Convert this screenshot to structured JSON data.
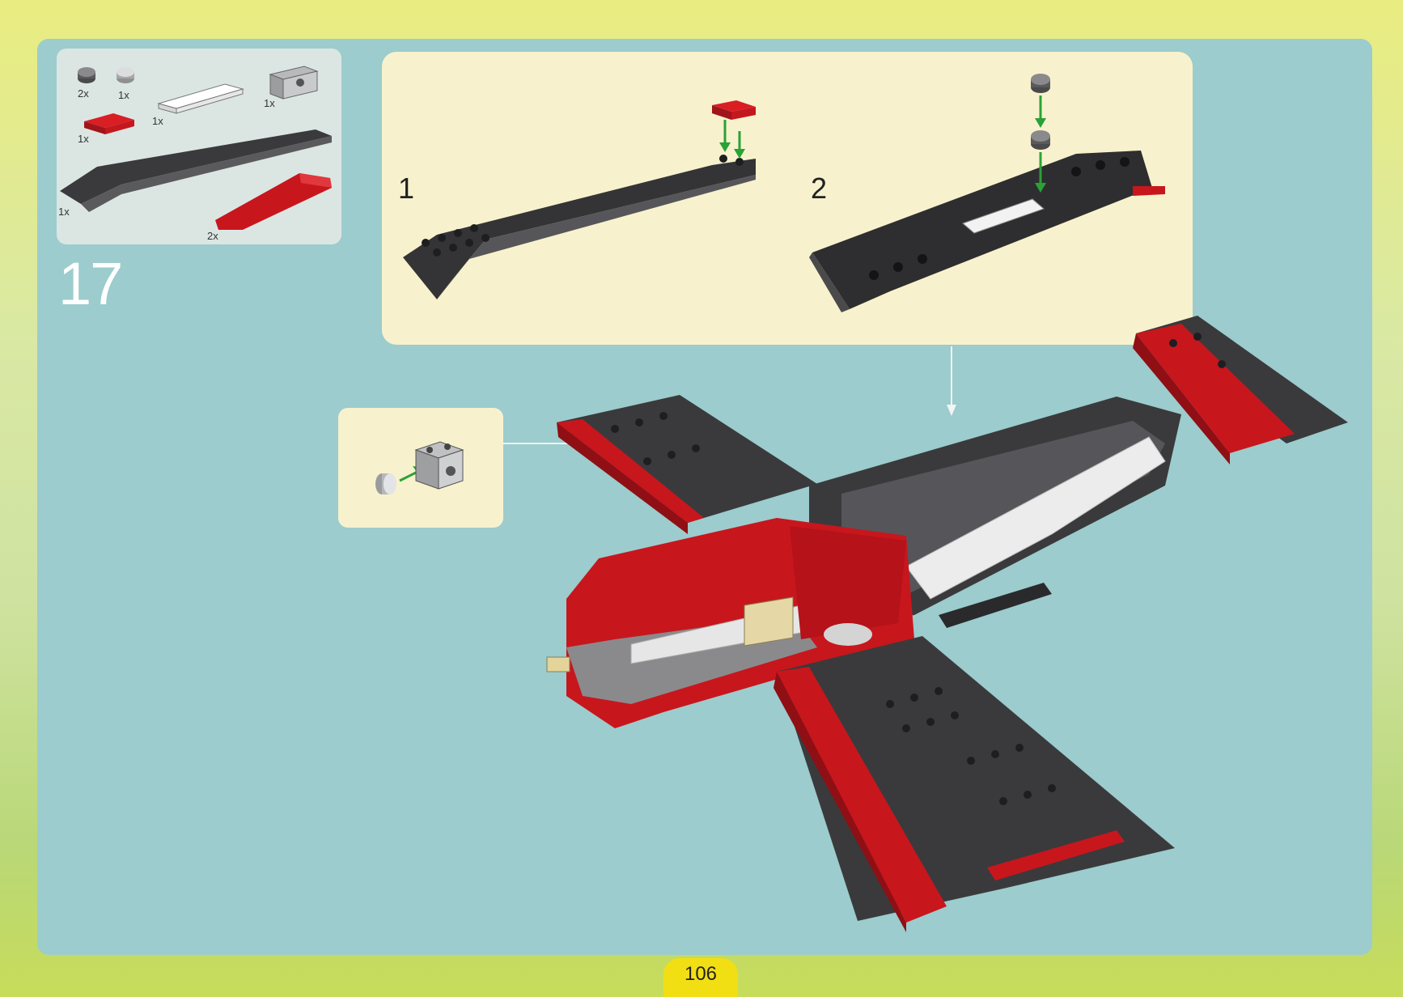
{
  "step": {
    "number": "17"
  },
  "parts_list": {
    "items": [
      {
        "qty": "2x",
        "name": "round-plate-1x1-dark-gray"
      },
      {
        "qty": "1x",
        "name": "round-plate-1x1-light-gray"
      },
      {
        "qty": "1x",
        "name": "plate-1x4-white"
      },
      {
        "qty": "1x",
        "name": "technic-brick-1x2-light-gray"
      },
      {
        "qty": "1x",
        "name": "tile-1x2-red"
      },
      {
        "qty": "1x",
        "name": "slope-long-dark-gray"
      },
      {
        "qty": "2x",
        "name": "curved-slope-red"
      }
    ]
  },
  "sub_steps": [
    {
      "label": "1"
    },
    {
      "label": "2"
    }
  ],
  "page": {
    "number": "106"
  },
  "colors": {
    "page_border": "#f3e21c",
    "panel": "#9ccccd",
    "subassembly_panel": "#f7f2cd",
    "brick_red": "#c8161d",
    "brick_dark_gray": "#3c3c3e",
    "brick_light_gray": "#c3c4c6",
    "arrow_green": "#2aa236"
  }
}
